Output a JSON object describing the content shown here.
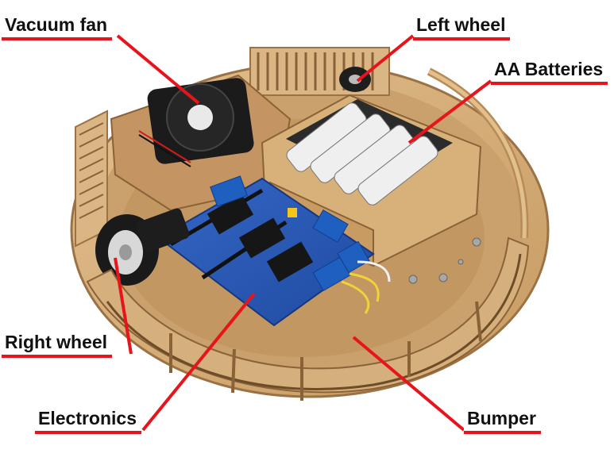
{
  "labels": {
    "vacuum_fan": "Vacuum fan",
    "left_wheel": "Left wheel",
    "aa_batteries": "AA Batteries",
    "right_wheel": "Right wheel",
    "electronics": "Electronics",
    "bumper": "Bumper"
  },
  "colors": {
    "leader_line": "#e8141c",
    "wood": "#d3ab78",
    "board": "#2a56b6",
    "terminal": "#1f5fc0"
  }
}
